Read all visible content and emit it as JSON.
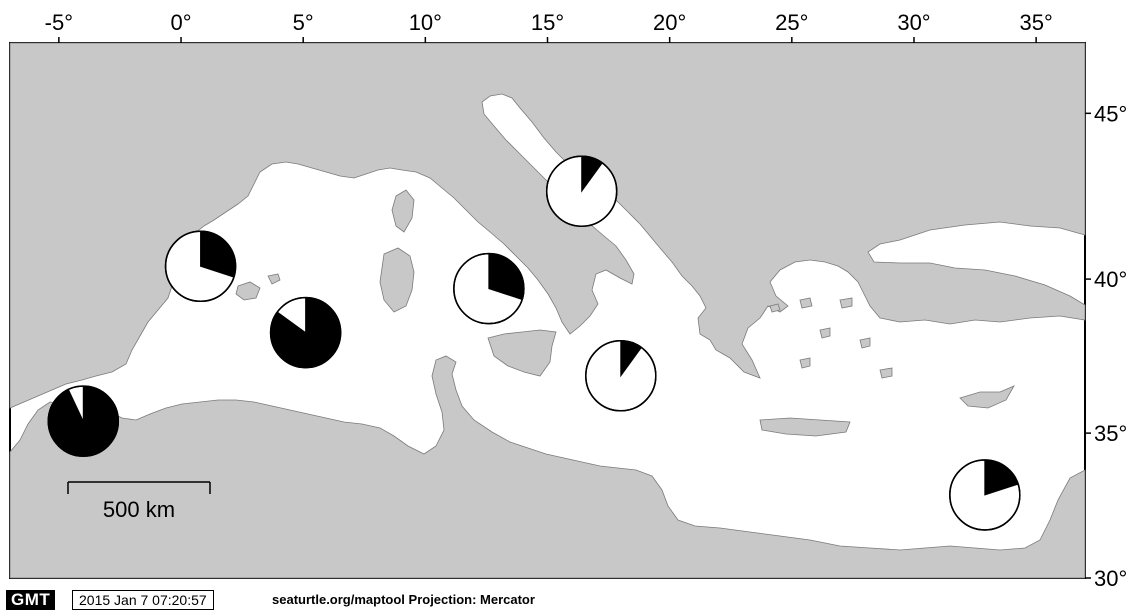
{
  "map": {
    "lon_ticks": [
      {
        "label": "-5°",
        "lon": -5
      },
      {
        "label": "0°",
        "lon": 0
      },
      {
        "label": "5°",
        "lon": 5
      },
      {
        "label": "10°",
        "lon": 10
      },
      {
        "label": "15°",
        "lon": 15
      },
      {
        "label": "20°",
        "lon": 20
      },
      {
        "label": "25°",
        "lon": 25
      },
      {
        "label": "30°",
        "lon": 30
      },
      {
        "label": "35°",
        "lon": 35
      }
    ],
    "lat_ticks": [
      {
        "label": "45°",
        "lat": 45
      },
      {
        "label": "40°",
        "lat": 40
      },
      {
        "label": "35°",
        "lat": 35
      },
      {
        "label": "30°",
        "lat": 30
      }
    ],
    "extent": {
      "lon_min": -7,
      "lon_max": 37,
      "lat_min": 30,
      "lat_max": 47
    },
    "scale_bar": {
      "label": "500 km"
    },
    "pies": [
      {
        "id": "pie-west-alboran",
        "lon": -4.0,
        "lat": 35.4,
        "black_fraction": 0.93
      },
      {
        "id": "pie-east-spain",
        "lon": 0.8,
        "lat": 40.4,
        "black_fraction": 0.3
      },
      {
        "id": "pie-balearic",
        "lon": 5.1,
        "lat": 38.3,
        "black_fraction": 0.85
      },
      {
        "id": "pie-tyrrhenian",
        "lon": 12.6,
        "lat": 39.7,
        "black_fraction": 0.3
      },
      {
        "id": "pie-adriatic",
        "lon": 16.4,
        "lat": 42.7,
        "black_fraction": 0.1
      },
      {
        "id": "pie-ionian",
        "lon": 18.0,
        "lat": 36.9,
        "black_fraction": 0.1
      },
      {
        "id": "pie-levant",
        "lon": 32.9,
        "lat": 32.9,
        "black_fraction": 0.2
      }
    ],
    "colors": {
      "land": "#c8c8c8",
      "sea": "#ffffff",
      "pie_black": "#000000",
      "pie_white": "#ffffff"
    }
  },
  "footer": {
    "logo": "GMT",
    "timestamp": "2015 Jan  7 07:20:57",
    "caption": "seaturtle.org/maptool Projection: Mercator"
  }
}
